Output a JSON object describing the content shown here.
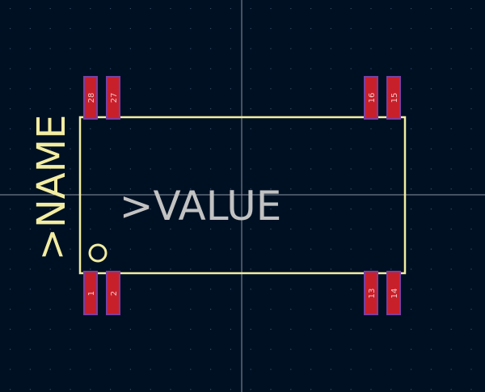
{
  "board": {
    "background": "#001023",
    "grid_dot_color": "#3a4a66",
    "crosshair_color": "#8a93a3",
    "silkscreen_color": "#f2eda1",
    "fab_text_color": "#c2c2c2",
    "pad_fill": "#c8202b",
    "pad_stroke": "#7a3fa0",
    "pad_text_color": "#f4c9c9"
  },
  "footprint": {
    "reference_label": ">NAME",
    "value_label": ">VALUE",
    "pin1_marker_icon": "circle-outline-icon"
  },
  "pads": {
    "p28": "28",
    "p27": "27",
    "p16": "16",
    "p15": "15",
    "p1": "1",
    "p2": "2",
    "p13": "13",
    "p14": "14"
  }
}
